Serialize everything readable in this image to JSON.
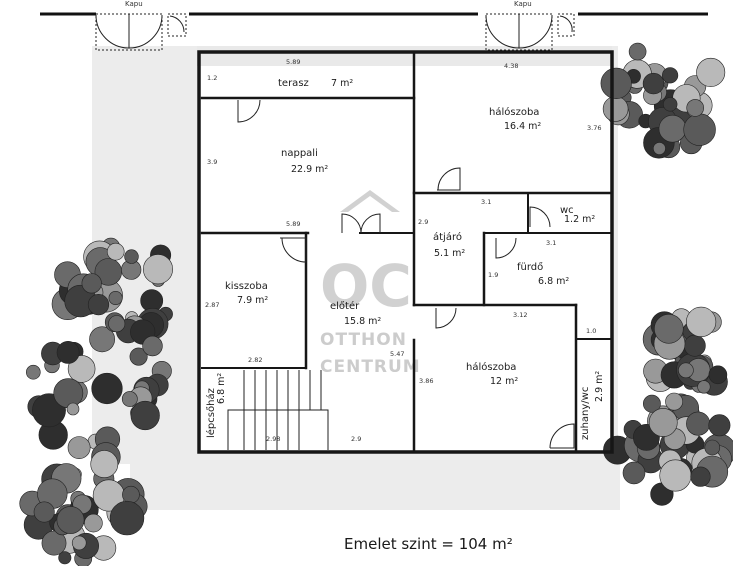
{
  "title": "Emelet szint = 104 m²",
  "watermark": {
    "logo": "OC",
    "line1": "OTTHON",
    "line2": "CENTRUM"
  },
  "gates": [
    "Kapu",
    "Kapu"
  ],
  "rooms": [
    {
      "name": "terasz",
      "area": "7 m²"
    },
    {
      "name": "hálószoba",
      "area": "16.4 m²"
    },
    {
      "name": "nappali",
      "area": "22.9 m²"
    },
    {
      "name": "wc",
      "area": "1.2 m²"
    },
    {
      "name": "átjáró",
      "area": "5.1 m²"
    },
    {
      "name": "fürdő",
      "area": "6.8 m²"
    },
    {
      "name": "kisszoba",
      "area": "7.9 m²"
    },
    {
      "name": "előtér",
      "area": "15.8 m²"
    },
    {
      "name": "hálószoba",
      "area": "12 m²"
    },
    {
      "name": "zuhany/wc",
      "area": "2.9 m²"
    },
    {
      "name": "lépcsőház",
      "area": "6.8 m²"
    }
  ],
  "dimensions": [
    "5.89",
    "4.38",
    "1.2",
    "3.76",
    "3.9",
    "5.89",
    "3.1",
    "2.9",
    "3.1",
    "1.9",
    "2.87",
    "3.12",
    "1.0",
    "5.47",
    "2.82",
    "3.86",
    "2.98",
    "2.9"
  ]
}
